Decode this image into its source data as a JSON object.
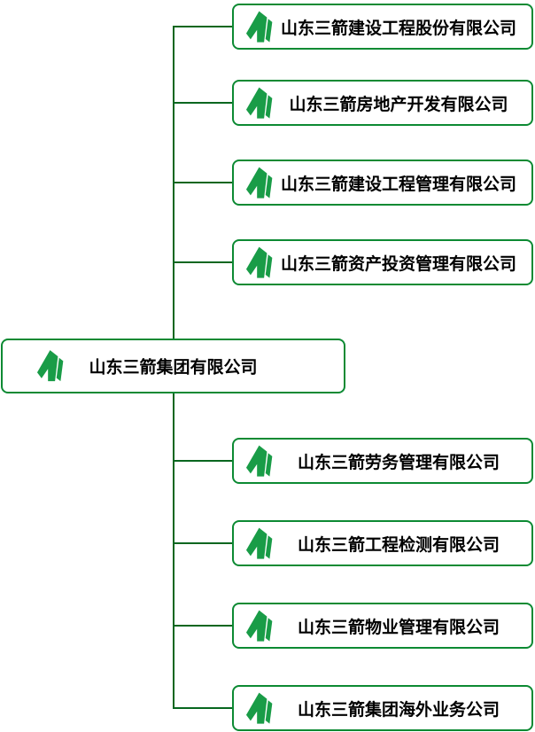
{
  "diagram": {
    "type": "organization-chart",
    "root": {
      "label": "山东三箭集团有限公司"
    },
    "subsidiaries": [
      {
        "label": "山东三箭建设工程股份有限公司"
      },
      {
        "label": "山东三箭房地产开发有限公司"
      },
      {
        "label": "山东三箭建设工程管理有限公司"
      },
      {
        "label": "山东三箭资产投资管理有限公司"
      },
      {
        "label": "山东三箭劳务管理有限公司"
      },
      {
        "label": "山东三箭工程检测有限公司"
      },
      {
        "label": "山东三箭物业管理有限公司"
      },
      {
        "label": "山东三箭集团海外业务公司"
      }
    ],
    "icon": {
      "name": "sanjian-arrow-logo",
      "color": "#199c47"
    },
    "colors": {
      "background": "#ffffff",
      "node_border": "#0c8a33",
      "connector_line": "#07661f",
      "text": "#000000"
    }
  }
}
